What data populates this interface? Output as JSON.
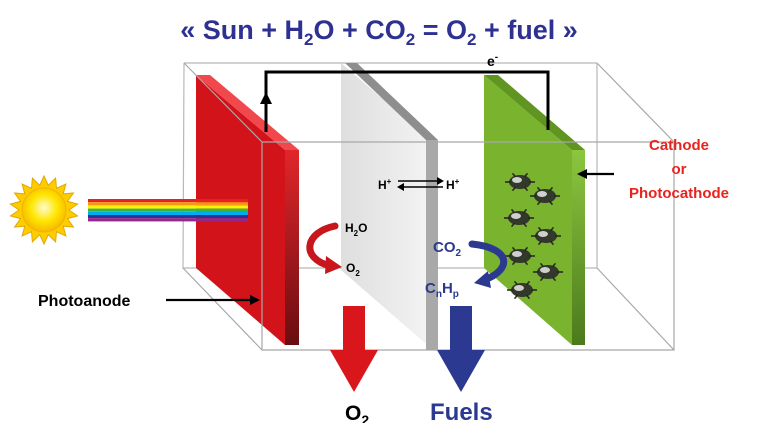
{
  "title": {
    "open": "« Sun + H",
    "sub1": "2",
    "mid1": "O + CO",
    "sub2": "2",
    "mid2": " = O",
    "sub3": "2",
    "end": " + fuel »"
  },
  "electron": {
    "base": "e",
    "sup": "-"
  },
  "labels": {
    "cathode_line1": "Cathode",
    "cathode_line2": "or",
    "cathode_line3": "Photocathode",
    "photoanode": "Photoanode",
    "o2_base": "O",
    "o2_sub": "2",
    "fuels": "Fuels"
  },
  "reactions": {
    "h_left_base": "H",
    "h_left_sup": "+",
    "h_right_base": "H",
    "h_right_sup": "+",
    "water_base": "H",
    "water_sub": "2",
    "water_end": "O",
    "oxygen_base": "O",
    "oxygen_sub": "2",
    "co2_base": "CO",
    "co2_sub": "2",
    "fuel_c": "C",
    "fuel_n": "n",
    "fuel_h": "H",
    "fuel_p": "p"
  },
  "colors": {
    "title": "#2e3192",
    "photoanode": "#d2141a",
    "cathode": "#7ab32e",
    "cathode_label": "#e8231e",
    "o2_arrow": "#d9161c",
    "fuel_arrow": "#2b3990",
    "sun": "#ffd400"
  },
  "rainbow": [
    "#e8231e",
    "#f7941d",
    "#fff200",
    "#39b54a",
    "#00aeef",
    "#2e3192",
    "#92278f"
  ]
}
